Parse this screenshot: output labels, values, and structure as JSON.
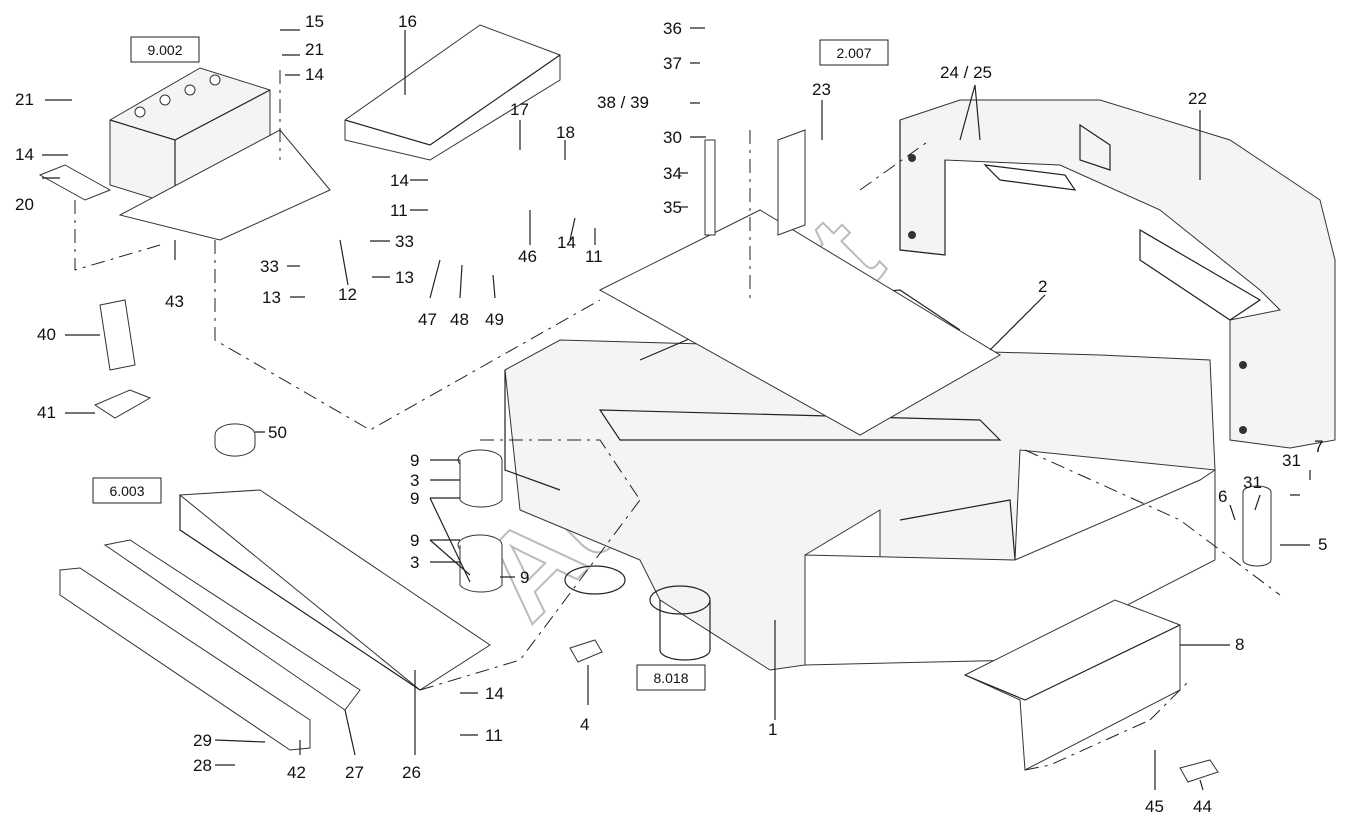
{
  "references": [
    "9.002",
    "6.003",
    "2.007",
    "8.018"
  ],
  "callouts": [
    "15",
    "16",
    "21",
    "14",
    "21",
    "14",
    "20",
    "43",
    "40",
    "41",
    "50",
    "17",
    "18",
    "14",
    "11",
    "33",
    "33",
    "13",
    "13",
    "12",
    "46",
    "14",
    "11",
    "47",
    "48",
    "49",
    "36",
    "37",
    "38 / 39",
    "30",
    "34",
    "35",
    "23",
    "24 / 25",
    "22",
    "2",
    "9",
    "3",
    "9",
    "9",
    "3",
    "9",
    "26",
    "27",
    "42",
    "29",
    "28",
    "14",
    "11",
    "4",
    "1",
    "7",
    "31",
    "31",
    "6",
    "5",
    "8",
    "45",
    "44"
  ],
  "watermark": "AutoSoft"
}
